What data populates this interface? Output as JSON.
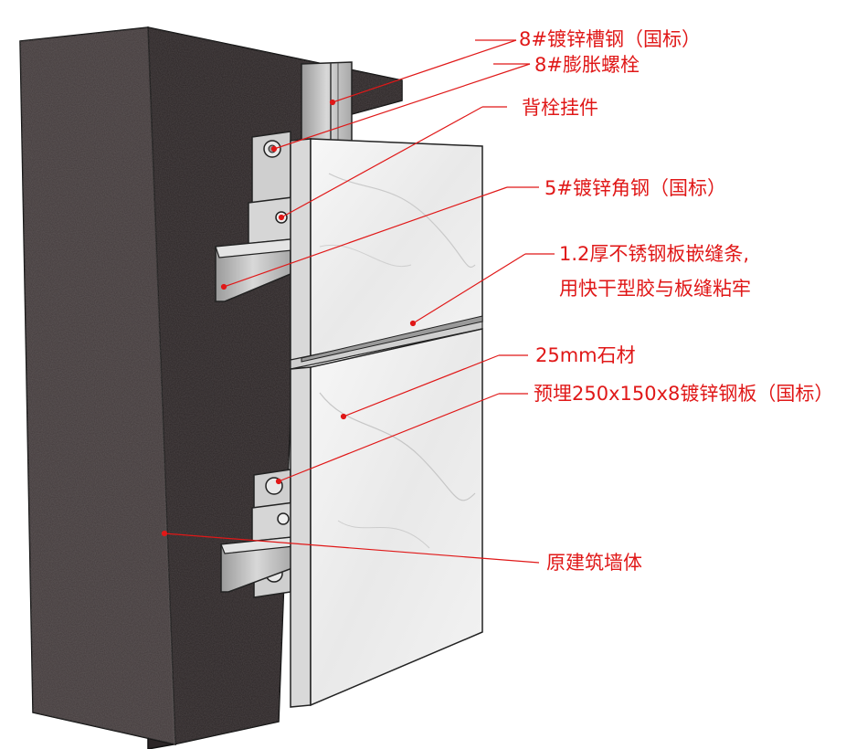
{
  "diagram": {
    "labels": [
      {
        "id": "channel-steel",
        "text": "8#镀锌槽钢（国标）"
      },
      {
        "id": "expansion-bolt",
        "text": "8#膨胀螺栓"
      },
      {
        "id": "back-anchor",
        "text": "背栓挂件"
      },
      {
        "id": "angle-steel",
        "text": "5#镀锌角钢（国标）"
      },
      {
        "id": "joint-strip-1",
        "text": "1.2厚不锈钢板嵌缝条,"
      },
      {
        "id": "joint-strip-2",
        "text": "用快干型胶与板缝粘牢"
      },
      {
        "id": "stone",
        "text": "25mm石材"
      },
      {
        "id": "embedded-plate",
        "text": "预埋250x150x8镀锌钢板（国标）"
      },
      {
        "id": "original-wall",
        "text": "原建筑墙体"
      }
    ],
    "colors": {
      "leader": "#e01818",
      "wall_front": "#3f3738",
      "wall_side": "#2a2425",
      "stone": "#eeeeee",
      "steel": "#bfbfbf"
    }
  }
}
